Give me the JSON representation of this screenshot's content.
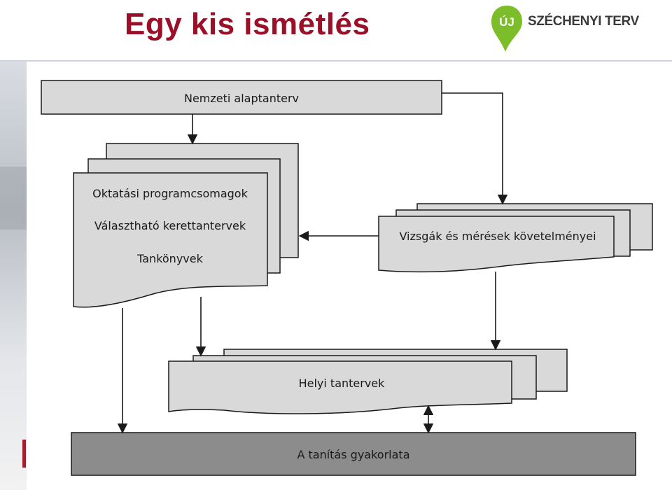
{
  "slide": {
    "title": "Egy kis ismétlés"
  },
  "logo": {
    "badge": "ÚJ",
    "text": "SZÉCHENYI TERV",
    "green": "#7cbd2a"
  },
  "colors": {
    "title": "#9a1028",
    "box_fill": "#d9d9d9",
    "bar_dark": "#8c8c8c",
    "stroke": "#1a1a1a"
  },
  "nodes": {
    "national": "Nemzeti alaptanterv",
    "programs": "Oktatási programcsomagok",
    "frameworks": "Választható kerettantervek",
    "textbooks": "Tankönyvek",
    "exams": "Vizsgák és mérések követelményei",
    "local": "Helyi tantervek",
    "practice": "A tanítás gyakorlata"
  }
}
